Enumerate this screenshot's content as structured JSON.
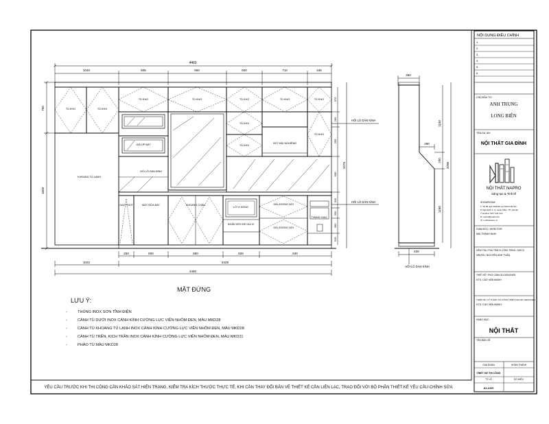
{
  "title_block": {
    "revision_header": "NỘI DUNG ĐIỀU CHỈNH",
    "revision_rows": [
      "1.",
      "2.",
      "3.",
      "4.",
      "5.",
      "6."
    ],
    "investor_label": "CHỦ ĐẦU TƯ:",
    "investor_name_line1": "ANH TRUNG",
    "investor_name_line2": "LONG BIÊN",
    "project_label": "TÊN DỰ ÁN:",
    "project_name": "NỘI THẤT GIA ĐÌNH",
    "company_name": "NỘI THẤT NAPRO",
    "company_slogan": "Sáng tạo & Tinh tế",
    "showroom_label": "SHOWROOM:",
    "address_lines": [
      "1. Số 56 ngõ 1194 Đê La Thành Hà Nội",
      "P. Ngõ Đình 2, Q. Hoàn Kiếm, TP. Hà Nội",
      "T: Hotline: 0977 221 223",
      "E: napro@gmail.com",
      "W: noithatnapro.vn"
    ],
    "director_label": "GIÁM ĐỐC / DIRECTOR",
    "director_name": "MAI THÀNH NAM",
    "checker_label": "KIỂM TRA / PHỤ TRÁCH CÔNG TRÌNH: CHECK",
    "checker_name": "NNVKD: NGUYỄN ANH TUẤN",
    "designer_label": "THIẾT KẾ / PHỐI CẢNH 3D DESIGNER",
    "designer_name": "KTS: CAO VĂN MẠNH",
    "detail_label": "THIẾT KẾ / KỸ THUẬT THI CÔNG TRIỂN KHAI 3D: DESIGNER",
    "detail_name": "KTS: CAO VĂN MẠNH",
    "category_label": "HẠNG MỤC:",
    "category_name": "NỘI THẤT",
    "drawing_name_label": "TÊN BẢN VẼ:",
    "stage_label": "GIAI ĐOẠN",
    "completion_label": "HOÀN THÀNH",
    "stage_value": "THIẾT KẾ THI CÔNG",
    "scale_label": "TỶ LỆ",
    "sheet_no_label": "SỐ HIỆU",
    "scale_value": "A3-1/200"
  },
  "drawing": {
    "overall_width": "4460",
    "top_segments": [
      "1040",
      "805",
      "950",
      "600",
      "710",
      "345"
    ],
    "bottom_segments": [
      "250",
      "800",
      "860",
      "600",
      "630"
    ],
    "bottom_subtotals": [
      "1022",
      "3428"
    ],
    "bottom_total": "4460",
    "left_heights": [
      "700",
      "1600"
    ],
    "right_heights": [
      "370",
      "265",
      "255",
      "2075",
      "600",
      "315",
      "350",
      "300",
      "315"
    ],
    "side_heights": [
      "1150",
      "200",
      "2095",
      "1160"
    ],
    "side_depths": [
      "350",
      "280",
      "630"
    ],
    "cabinet_labels": {
      "tu_kho": "TỦ KHO",
      "gia_up_bat": "GIÁ ÚP BÁT",
      "hoi_lo_dan_kinh": "HỐI LỎ DÁN KÍNH",
      "khoang_tu_lanh": "KHOANG TỦ LẠNH",
      "hut_mui_nghieng": "HÚT MÙI NGHIÊNG",
      "gao_thot": "GAO THOT",
      "may_rua_bat": "MÁY RỬA BÁT",
      "khoang_chau": "KHOANG CHẬU",
      "lo_vi_song": "LÒ VI SÓNG",
      "ngan_keo_de_gia_vi": "NGĂN KÉO ĐỂ GIA VỊ",
      "gia_xoong_noi": "GIÁ XOONG NỒI",
      "thung_gao": "THÙNG GẠO"
    },
    "callout_right_top": "HỐI LỎ DÁN KÍNH",
    "callout_right_mid": "HỐI LỎ DÁN KÍNH",
    "callout_side_bottom": "HỐI LỎ DÁN KÍNH"
  },
  "notes": {
    "elevation_title": "MẶT ĐỨNG",
    "heading": "LƯU Ý:",
    "items": [
      "THÙNG INOX SƠN TĨNH ĐIỆN",
      "CÁNH TỦ DƯỚI INOX CÁNH KÍNH CƯỜNG LỰC VIỀN NHÔM ĐEN, MÀU MKD28",
      "CÁNH TỦ KHOANG TỦ LẠNH INOX CÁNH KÍNH CƯỜNG LỰC VIỀN NHÔM ĐEN, MÀU MKD28",
      "CÁNH TỦ TRÊN, KỊCH TRẦN INOX CÁNH KÍNH CƯỜNG LỰC VIỀN NHÔM ĐEN, MÀU MKD21",
      "PHÀO TỦ MÀU MKD28"
    ]
  },
  "footer_note": "YÊU CẦU TRƯỚC KHI THI CÔNG CẦN KHẢO SÁT HIỆN TRẠNG, KIỂM TRA KÍCH THƯỚC THỰC TẾ, KHI CẦN THAY ĐỔI BẢN VẼ THIẾT KẾ CẦN LIÊN LẠC, TRAO ĐỔI VỚI BỘ PHẬN THIẾT KẾ YÊU CẦU CHỈNH SỬA"
}
